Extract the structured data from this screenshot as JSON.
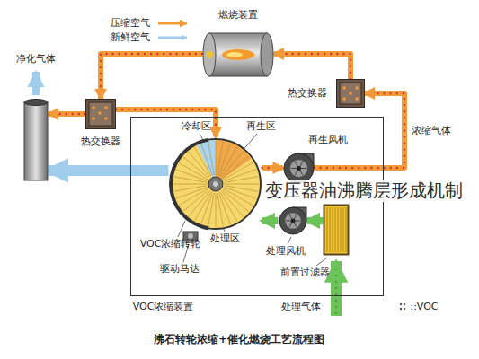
{
  "diagram": {
    "caption": "沸石转轮浓缩+催化燃烧工艺流程图",
    "nodes": [
      {
        "text": [
          "燃烧装置"
        ]
      },
      {
        "text": [
          "热交换器"
        ]
      },
      {
        "text": [
          "热交换器"
        ]
      },
      {
        "text": [
          "净化气体"
        ]
      },
      {
        "text": [
          "VOC浓缩装置"
        ]
      },
      {
        "text": [
          "VOC浓缩转轮"
        ],
        "in": 4
      },
      {
        "text": [
          "再生风机"
        ],
        "in": 4
      },
      {
        "text": [
          "处理风机"
        ],
        "in": 4
      },
      {
        "text": [
          "前置过滤器"
        ],
        "in": 4
      }
    ],
    "edges": [
      {
        "from": 6,
        "to": 1,
        "arrow": "to",
        "label": "浓缩气体"
      },
      {
        "from": 1,
        "to": 0,
        "arrow": "to"
      },
      {
        "from": 0,
        "to": 2,
        "arrow": "to"
      },
      {
        "from": 2,
        "to": 3,
        "arrow": "to"
      },
      {
        "from": 2,
        "to": 5,
        "arrow": "to"
      },
      {
        "from": 5,
        "to": 6,
        "arrow": "to"
      },
      {
        "from": 8,
        "to": 7,
        "arrow": "to"
      },
      {
        "from": 7,
        "to": 5,
        "arrow": "to"
      },
      {
        "from": 5,
        "to": 3,
        "arrow": "to"
      }
    ],
    "labels": [
      "冷却区",
      "再生区",
      "处理区",
      "驱动马达",
      "处理气体",
      "::VOC",
      "变压器油沸腾层形成机制"
    ],
    "legend": [
      {
        "text": "压缩空气"
      },
      {
        "text": "新鲜空气"
      }
    ]
  }
}
